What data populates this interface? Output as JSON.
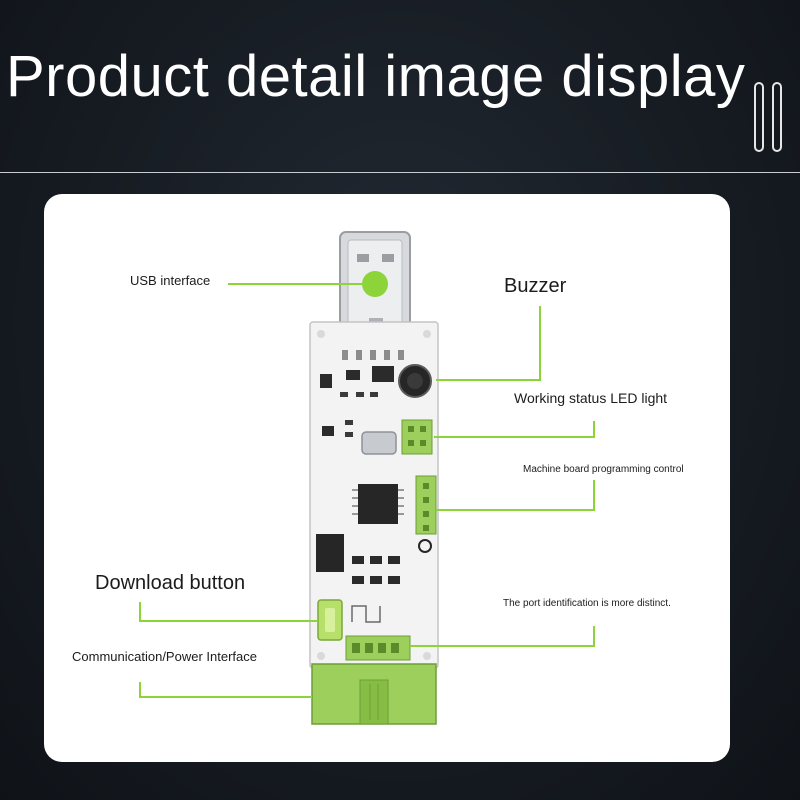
{
  "header": {
    "title": "Product detail image display"
  },
  "annotations": {
    "usb_interface": "USB interface",
    "buzzer": "Buzzer",
    "working_status_led": "Working status LED light",
    "machine_board_programming": "Machine board programming control",
    "download_button": "Download button",
    "port_identification": "The port identification is more distinct.",
    "communication_power": "Communication/Power Interface"
  },
  "colors": {
    "background": "#161b22",
    "card": "#ffffff",
    "accent_green": "#8dd43a",
    "connector_green": "#9ccf5c",
    "pcb": "#f3f3f3"
  },
  "icons": {
    "decoration": "double-pill-icon"
  }
}
